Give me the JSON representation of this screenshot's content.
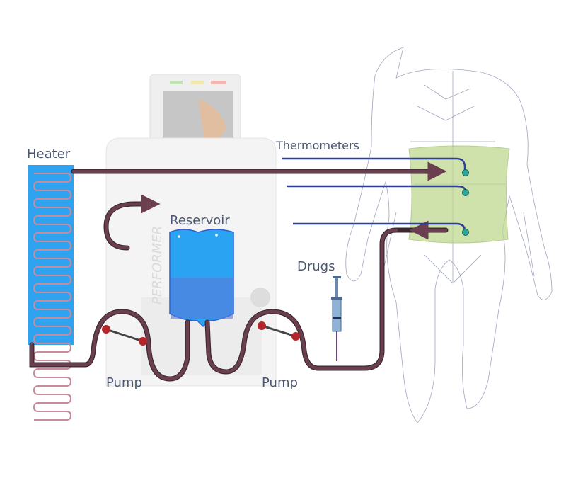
{
  "labels": {
    "heater": "Heater",
    "thermometers": "Thermometers",
    "reservoir": "Reservoir",
    "drugs": "Drugs",
    "pump_left": "Pump",
    "pump_right": "Pump"
  },
  "machine": {
    "brand": "PERFORMER"
  },
  "colors": {
    "tube": "#6b3f4f",
    "heater": "#2fa3f0",
    "reservoir": "#2aa4f2",
    "thermometer_line": "#2b3f9e",
    "probe": "#2aa59a",
    "abdomen": "#bcd68a",
    "pump_ball": "#b3262b"
  }
}
